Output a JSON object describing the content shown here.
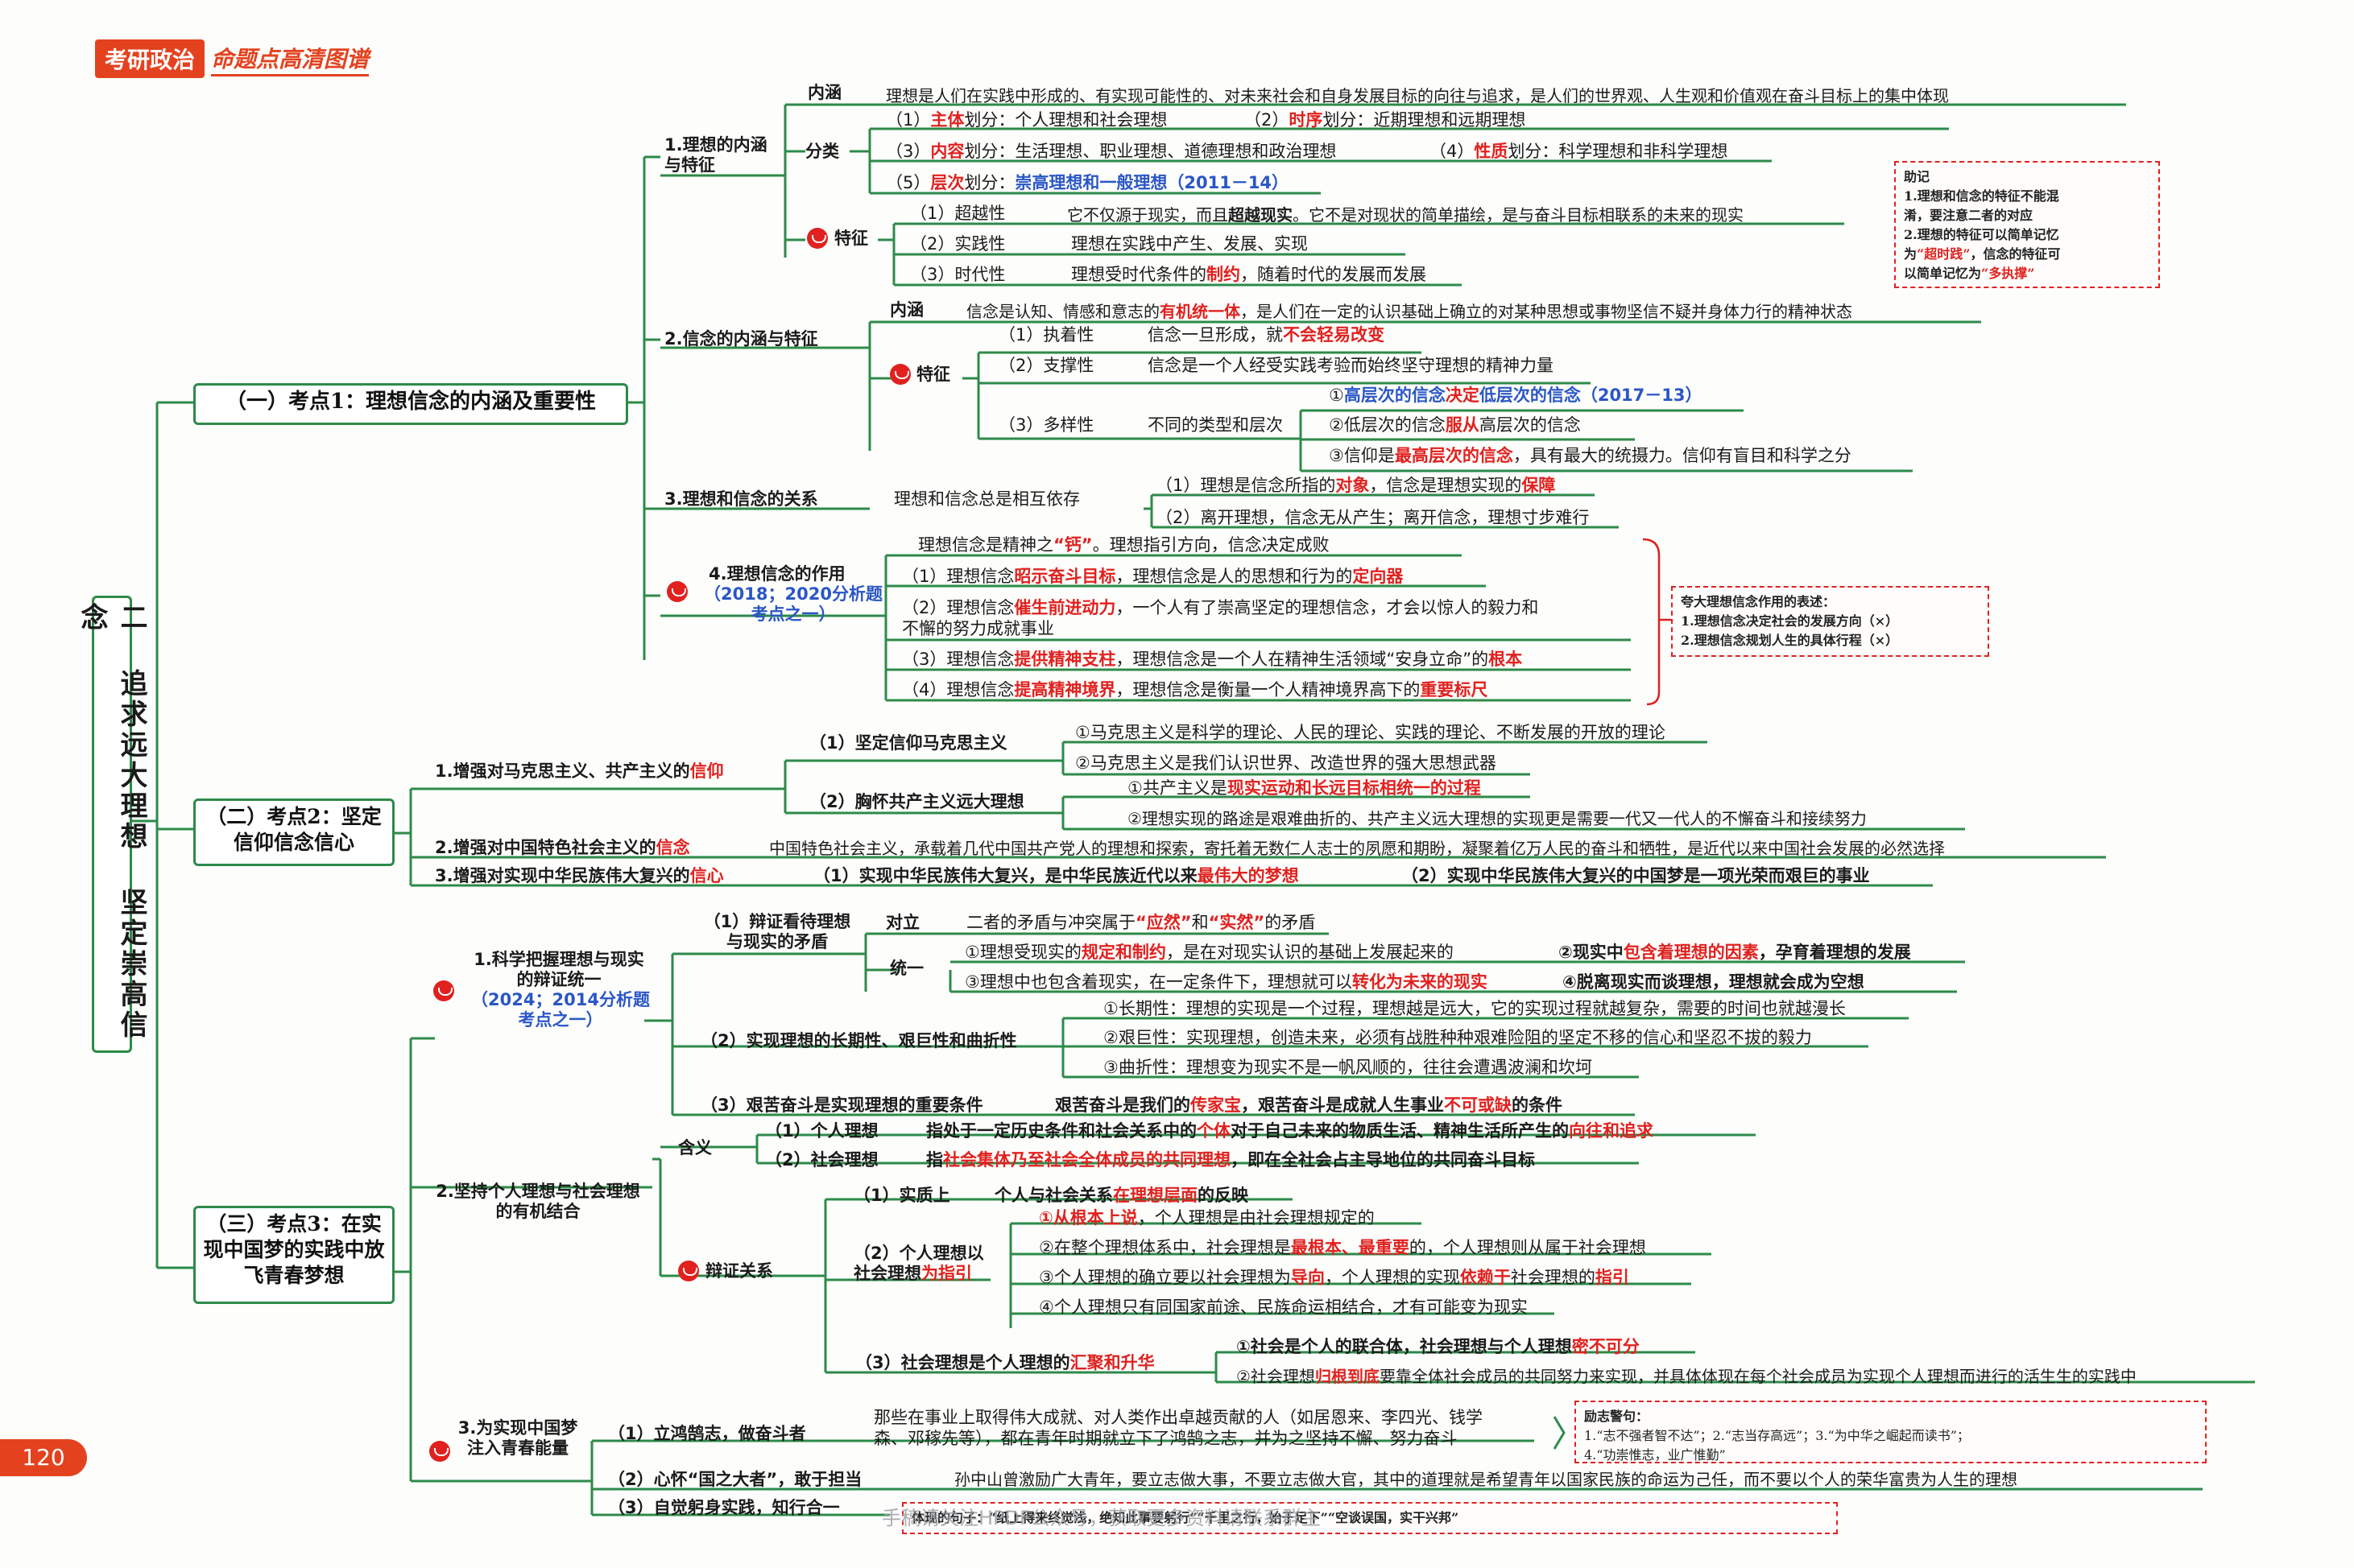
{
  "brand": {
    "tag": "考研政治",
    "subtitle": "命题点高清图谱"
  },
  "page_number": "120",
  "main_title": "二 追求远大理想 坚定崇高信念",
  "sections": [
    {
      "title": "（一）考点1：理想信念的内涵及重要性"
    },
    {
      "title": "（二）考点2：坚定信仰信念信心"
    },
    {
      "title": "（三）考点3：在实现中国梦的实践中放飞青春梦想"
    }
  ],
  "s1": {
    "n1": {
      "title": "1.理想的内涵与特征",
      "neihan_label": "内涵",
      "neihan_text": "理想是人们在实践中形成的、有实现可能性的、对未来社会和自身发展目标的向往与追求，是人们的世界观、人生观和价值观在奋斗目标上的集中体现",
      "fenlei_label": "分类",
      "fenlei_1a": "（1）",
      "fenlei_1r": "主体",
      "fenlei_1c": "划分：个人理想和社会理想",
      "fenlei_2a": "（2）",
      "fenlei_2r": "时序",
      "fenlei_2c": "划分：近期理想和远期理想",
      "fenlei_3a": "（3）",
      "fenlei_3r": "内容",
      "fenlei_3c": "划分：生活理想、职业理想、道德理想和政治理想",
      "fenlei_4a": "（4）",
      "fenlei_4r": "性质",
      "fenlei_4c": "划分：科学理想和非科学理想",
      "fenlei_5a": "（5）",
      "fenlei_5r": "层次",
      "fenlei_5c": "划分：",
      "fenlei_5b": "崇高理想和一般理想（2011－14）",
      "tezheng_label": "特征",
      "tz1_label": "（1）超越性",
      "tz1_a": "它不仅源于现实，而且",
      "tz1_r": "超越现实",
      "tz1_c": "。它不是对现状的简单描绘，是与奋斗目标相联系的未来的现实",
      "tz2_label": "（2）实践性",
      "tz2_text": "理想在实践中产生、发展、实现",
      "tz3_label": "（3）时代性",
      "tz3_a": "理想受时代条件的",
      "tz3_r": "制约",
      "tz3_c": "，随着时代的发展而发展"
    },
    "n2": {
      "title": "2.信念的内涵与特征",
      "neihan_label": "内涵",
      "neihan_a": "信念是认知、情感和意志的",
      "neihan_r": "有机统一体",
      "neihan_c": "，是人们在一定的认识基础上确立的对某种思想或事物坚信不疑并身体力行的精神状态",
      "tezheng_label": "特征",
      "t1_label": "（1）执着性",
      "t1_a": "信念一旦形成，就",
      "t1_r": "不会轻易改变",
      "t2_label": "（2）支撑性",
      "t2_text": "信念是一个人经受实践考验而始终坚守理想的精神力量",
      "t3_label": "（3）多样性",
      "t3_text": "不同的类型和层次",
      "d1_a": "①",
      "d1_b": "高层次的信念",
      "d1_r": "决定",
      "d1_b2": "低层次的信念",
      "d1_y": "（2017－13）",
      "d2_a": "②低层次的信念",
      "d2_r": "服从",
      "d2_c": "高层次的信念",
      "d3_a": "③信仰是",
      "d3_r": "最高层次的信念",
      "d3_c": "，具有最大的统摄力。信仰有盲目和科学之分"
    },
    "n3": {
      "title": "3.理想和信念的关系",
      "text": "理想和信念总是相互依存",
      "r1_a": "（1）理想是信念所指的",
      "r1_r": "对象",
      "r1_c": "，信念是理想实现的",
      "r1_r2": "保障",
      "r2": "（2）离开理想，信念无从产生；离开信念，理想寸步难行"
    },
    "n4": {
      "title": "4.理想信念的作用",
      "year": "（2018；2020分析题考点之一）",
      "lead_a": "理想信念是精神之",
      "lead_r": "“钙”",
      "lead_c": "。理想指引方向，信念决定成败",
      "e1_a": "（1）理想信念",
      "e1_r": "昭示奋斗目标",
      "e1_c": "，理想信念是人的思想和行为的",
      "e1_r2": "定向器",
      "e2_a": "（2）理想信念",
      "e2_r": "催生前进动力",
      "e2_c": "，一个人有了崇高坚定的理想信念，才会以惊人的毅力和",
      "e2_d": "不懈的努力成就事业",
      "e3_a": "（3）理想信念",
      "e3_r": "提供精神支柱",
      "e3_c": "，理想信念是一个人在精神生活领域“安身立命”的",
      "e3_r2": "根本",
      "e4_a": "（4）理想信念",
      "e4_r": "提高精神境界",
      "e4_c": "，理想信念是衡量一个人精神境界高下的",
      "e4_r2": "重要标尺"
    },
    "note1": {
      "title": "助记",
      "l1": "1.理想和信念的特征不能混",
      "l2": "淆，要注意二者的对应",
      "l3": "2.理想的特征可以简单记忆",
      "l4a": "为",
      "l4r": "“超时践”",
      "l4b": "，信念的特征可",
      "l5a": "以简单记忆为",
      "l5r": "“多执撑”"
    },
    "note2": {
      "title": "夸大理想信念作用的表述：",
      "l1": "1.理想信念决定社会的发展方向（×）",
      "l2": "2.理想信念规划人生的具体行程（×）"
    }
  },
  "s2": {
    "n1": {
      "title_a": "1.增强对马克思主义、共产主义的",
      "title_r": "信仰",
      "a_label": "（1）坚定信仰马克思主义",
      "a1": "①马克思主义是科学的理论、人民的理论、实践的理论、不断发展的开放的理论",
      "a2": "②马克思主义是我们认识世界、改造世界的强大思想武器",
      "b_label": "（2）胸怀共产主义远大理想",
      "b1_a": "①共产主义是",
      "b1_r": "现实运动和长远目标相统一的过程",
      "b2": "②理想实现的路途是艰难曲折的、共产主义远大理想的实现更是需要一代又一代人的不懈奋斗和接续努力"
    },
    "n2": {
      "title_a": "2.增强对中国特色社会主义的",
      "title_r": "信念",
      "text": "中国特色社会主义，承载着几代中国共产党人的理想和探索，寄托着无数仁人志士的夙愿和期盼，凝聚着亿万人民的奋斗和牺牲，是近代以来中国社会发展的必然选择"
    },
    "n3": {
      "title_a": "3.增强对实现中华民族伟大复兴的",
      "title_r": "信心",
      "a1_a": "（1）实现中华民族伟大复兴，是中华民族近代以来",
      "a1_r": "最伟大的梦想",
      "a2": "（2）实现中华民族伟大复兴的中国梦是一项光荣而艰巨的事业"
    }
  },
  "s3": {
    "n1": {
      "title": "1.科学把握理想与现实的辩证统一",
      "year": "（2024；2014分析题考点之一）",
      "a_label": "（1）辩证看待理想与现实的矛盾",
      "duili_label": "对立",
      "duili_a": "二者的矛盾与冲突属于",
      "duili_r1": "“应然”",
      "duili_m": "和",
      "duili_r2": "“实然”",
      "duili_c": "的矛盾",
      "tongyi_label": "统一",
      "ty1_a": "①理想受现实的",
      "ty1_r": "规定和制约",
      "ty1_c": "，是在对现实认识的基础上发展起来的",
      "ty2_a": "②现实中",
      "ty2_r": "包含着理想的因素",
      "ty2_c": "，孕育着理想的发展",
      "ty3_a": "③理想中也包含着现实，在一定条件下，理想就可以",
      "ty3_r": "转化为未来的现实",
      "ty4": "④脱离现实而谈理想，理想就会成为空想",
      "b_label": "（2）实现理想的长期性、艰巨性和曲折性",
      "b1": "①长期性：理想的实现是一个过程，理想越是远大，它的实现过程就越复杂，需要的时间也就越漫长",
      "b2": "②艰巨性：实现理想，创造未来，必须有战胜种种艰难险阻的坚定不移的信心和坚忍不拔的毅力",
      "b3": "③曲折性：理想变为现实不是一帆风顺的，往往会遭遇波澜和坎坷",
      "c_label": "（3）艰苦奋斗是实现理想的重要条件",
      "c_a": "艰苦奋斗是我们的",
      "c_r": "传家宝",
      "c_b": "，艰苦奋斗是成就人生事业",
      "c_r2": "不可或缺",
      "c_c": "的条件"
    },
    "n2": {
      "title": "2.坚持个人理想与社会理想的有机结合",
      "hanyi_label": "含义",
      "h1_label": "（1）个人理想",
      "h1_a": "指处于一定历史条件和社会关系中的",
      "h1_r": "个体",
      "h1_b": "对于自己未来的物质生活、精神生活所产生的",
      "h1_r2": "向往和追求",
      "h2_label": "（2）社会理想",
      "h2_a": "指",
      "h2_r": "社会集体乃至社会全体成员的共同理想",
      "h2_c": "，即在全社会占主导地位的共同奋斗目标",
      "bz_label": "辩证关系",
      "z1_label": "（1）实质上",
      "z1_a": "个人与社会关系",
      "z1_r": "在理想层面",
      "z1_c": "的反映",
      "z2_label_a": "（2）个人理想以",
      "z2_label_b": "社会理想",
      "z2_label_r": "为指引",
      "z2_1r": "①从根本上说",
      "z2_1c": "，个人理想是由社会理想规定的",
      "z2_2a": "②在整个理想体系中，社会理想是",
      "z2_2r": "最根本、最重要",
      "z2_2c": "的，个人理想则从属于社会理想",
      "z2_3a": "③个人理想的确立要以社会理想为",
      "z2_3r": "导向",
      "z2_3b": "，个人理想的实现",
      "z2_3r2": "依赖于",
      "z2_3c": "社会理想的",
      "z2_3r3": "指引",
      "z2_4": "④个人理想只有同国家前途、民族命运相结合，才有可能变为现实",
      "z3_label_a": "（3）社会理想是个人理想的",
      "z3_label_r": "汇聚和升华",
      "z3_1a": "①社会是个人的联合体，社会理想与个人理想",
      "z3_1r": "密不可分",
      "z3_2a": "②社会理想",
      "z3_2r": "归根到底",
      "z3_2c": "要靠全体社会成员的共同努力来实现，并具体体现在每个社会成员为实现个人理想而进行的活生生的实践中"
    },
    "n3": {
      "title": "3.为实现中国梦注入青春能量",
      "a_label": "（1）立鸿鹄志，做奋斗者",
      "a_text1": "那些在事业上取得伟大成就、对人类作出卓越贡献的人（如居恩来、李四光、钱学",
      "a_text2": "森、邓稼先等），都在青年时期就立下了鸿鹄之志，并为之坚持不懈、努力奋斗",
      "b_label": "（2）心怀“国之大者”，敢于担当",
      "b_text": "孙中山曾激励广大青年，要立志做大事，不要立志做大官，其中的道理就是希望青年以国家民族的命运为己任，而不要以个人的荣华富贵为人生的理想",
      "c_label": "（3）自觉躬身实践，知行合一",
      "note_title": "励志警句：",
      "note_l1": "1.“志不强者智不达”；2.“志当存高远”；3.“为中华之崛起而读书”；",
      "note_l2": "4.“功崇惟志，业广惟勤”",
      "note2": "体现的句子：“纸上得来终觉浅，绝知此事要躬行”“千里之行，始于足下”“空谈误国，实干兴邦”"
    }
  },
  "watermark": "手稿请关注HPDF公众号，获取更多资料请联系群主"
}
